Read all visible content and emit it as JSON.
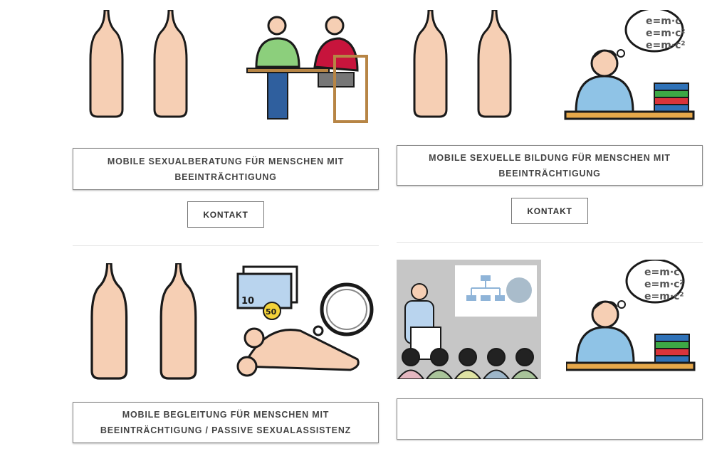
{
  "services": [
    {
      "title": "MOBILE SEXUALBERATUNG FÜR MENSCHEN MIT BEEINTRÄCHTIGUNG",
      "button": "KONTAKT"
    },
    {
      "title": "MOBILE SEXUELLE BILDUNG FÜR MENSCHEN MIT BEEINTRÄCHTIGUNG",
      "button": "KONTAKT"
    },
    {
      "title": "MOBILE BEGLEITUNG FÜR MENSCHEN MIT BEEINTRÄCHTIGUNG / PASSIVE SEXUALASSISTENZ"
    },
    {
      "title": ""
    }
  ],
  "illustration_text": {
    "formula1": "e=m·c",
    "formula2": "e=m·c²",
    "formula3": "e=m·c²",
    "bill": "10",
    "coin": "50"
  },
  "colors": {
    "skin": "#f6cfb4",
    "outline": "#1a1a1a",
    "border": "#8a8a8a"
  }
}
